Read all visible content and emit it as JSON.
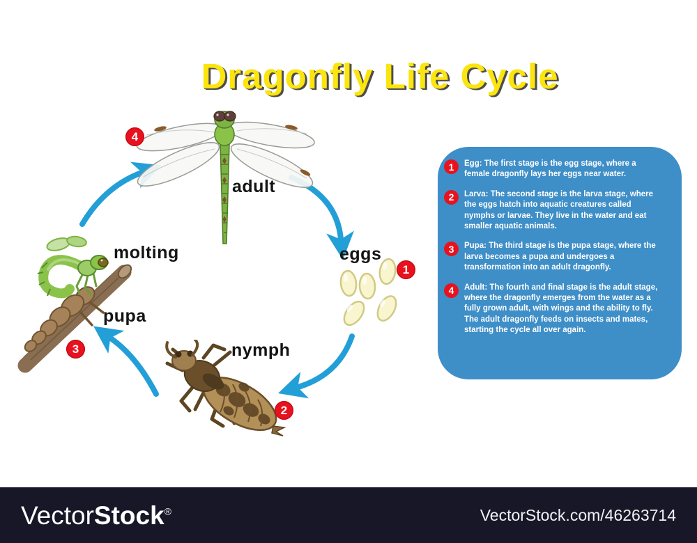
{
  "title": "Dragonfly Life Cycle",
  "diagram": {
    "adult": {
      "label": "adult",
      "badge": "4"
    },
    "eggs": {
      "label": "eggs",
      "badge": "1"
    },
    "nymph": {
      "label": "nymph",
      "badge": "2"
    },
    "pupa": {
      "label": "pupa",
      "badge": "3"
    },
    "molting": {
      "label": "molting"
    }
  },
  "panel": {
    "items": [
      {
        "number": "1",
        "text": "Egg: The first stage is the egg stage, where a female dragonfly lays her eggs near water."
      },
      {
        "number": "2",
        "text": "Larva: The second stage is the larva stage, where the eggs hatch into aquatic creatures called nymphs or larvae. They live in the water and eat smaller aquatic animals."
      },
      {
        "number": "3",
        "text": "Pupa: The third stage is the pupa stage, where the larva becomes a pupa and undergoes a transformation into an adult dragonfly."
      },
      {
        "number": "4",
        "text": "Adult: The fourth and final stage is the adult stage, where the dragonfly emerges from the water as a fully grown adult, with wings and the ability to fly. The adult dragonfly feeds on insects and mates, starting the cycle all over again."
      }
    ]
  },
  "watermark": {
    "logo_light": "Vector",
    "logo_bold": "Stock",
    "registered": "®",
    "attribution": "VectorStock.com/46263714"
  },
  "colors": {
    "panel_bg": "#3e8ec8",
    "badge_red": "#e8121f",
    "arrow_blue": "#239fd8",
    "title_yellow": "#fce40e",
    "footer_bg": "#171728",
    "egg_fill": "#f9f5cf",
    "dragonfly_green": "#7cb342",
    "nymph_brown": "#b39058"
  }
}
